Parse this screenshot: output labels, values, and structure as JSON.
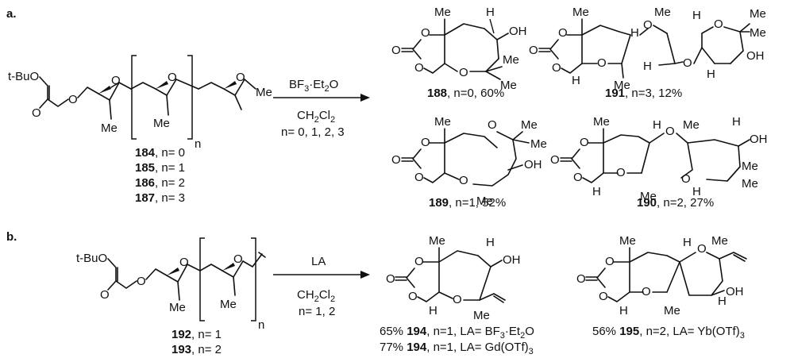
{
  "panels": {
    "a": {
      "label": "a.",
      "start_label": "t-BuO",
      "repeat_index": "n",
      "conditions_above": [
        "BF",
        "3",
        "·Et",
        "2",
        "O"
      ],
      "conditions_solvent": [
        "CH",
        "2",
        "Cl",
        "2"
      ],
      "conditions_n": "n= 0, 1, 2, 3",
      "starting_materials": [
        {
          "id": "184",
          "n": ", n= 0"
        },
        {
          "id": "185",
          "n": ", n= 1"
        },
        {
          "id": "186",
          "n": ", n= 2"
        },
        {
          "id": "187",
          "n": ", n= 3"
        }
      ],
      "products": [
        {
          "id": "188",
          "caption": ", n=0, 60%"
        },
        {
          "id": "191",
          "caption": ", n=3, 12%"
        },
        {
          "id": "189",
          "caption": ", n=1, 52%"
        },
        {
          "id": "190",
          "caption": ", n=2, 27%"
        }
      ]
    },
    "b": {
      "label": "b.",
      "start_label": "t-BuO",
      "repeat_index": "n",
      "conditions_above": "LA",
      "conditions_solvent": [
        "CH",
        "2",
        "Cl",
        "2"
      ],
      "conditions_n": "n= 1, 2",
      "starting_materials": [
        {
          "id": "192",
          "n": ", n= 1"
        },
        {
          "id": "193",
          "n": ", n= 2"
        }
      ],
      "product_194": {
        "lines": [
          {
            "pre": "65% ",
            "id": "194",
            "post": ", n=1, LA= BF",
            "sub": "3",
            "post2": "·Et",
            "sub2": "2",
            "post3": "O"
          },
          {
            "pre": "77% ",
            "id": "194",
            "post": ", n=1, LA= Gd(OTf)",
            "sub": "3"
          }
        ]
      },
      "product_195": {
        "pre": "56% ",
        "id": "195",
        "post": ", n=2, LA= Yb(OTf)",
        "sub": "3"
      }
    }
  },
  "atom_labels": {
    "O": "O",
    "OH": "OH",
    "Me": "Me",
    "H": "H"
  }
}
